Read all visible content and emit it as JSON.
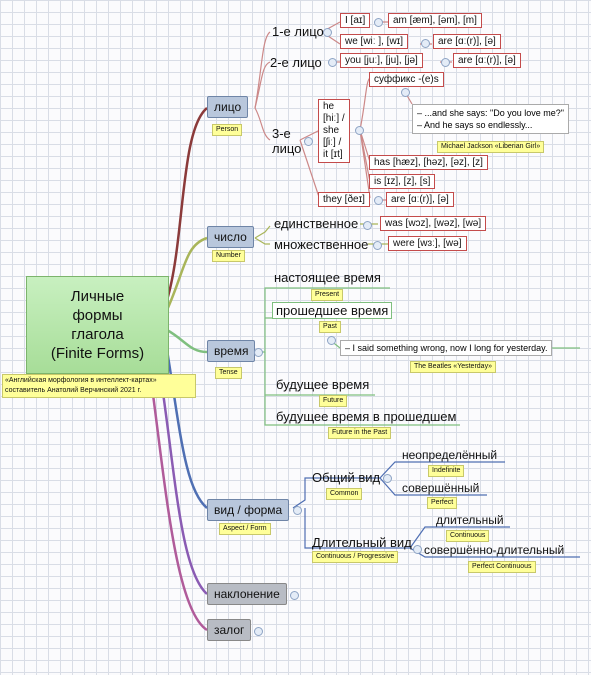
{
  "central": {
    "title_lines": [
      "Личные",
      "формы",
      "глагола",
      "(Finite Forms)"
    ],
    "credit_lines": [
      "«Английская морфология в интеллект-картах»",
      "составитель Анатолий Верчинский  2021 г."
    ]
  },
  "person": {
    "label": "лицо",
    "tag": "Person",
    "first": {
      "label": "1-е лицо",
      "i": "I [aɪ]",
      "i_form": "am [æm], [əm], [m]",
      "we": "we [wiː ], [wɪ]",
      "we_form": "are [ɑː(r)], [ə]"
    },
    "second": {
      "label": "2-е лицо",
      "you": "you [juː], [ju], [jə]",
      "you_form": "are [ɑː(r)], [ə]"
    },
    "third": {
      "label_lines": [
        "3-е",
        "лицо"
      ],
      "pronouns_lines": [
        "he",
        "[hiː] /",
        "she",
        "[ʃiː] /",
        "it [ɪt]"
      ],
      "suffix": "суффикс -(e)s",
      "quote_line1": "–  ...and she says: \"Do you love me?\"",
      "quote_line2": "– And he says so endlessly...",
      "quote_source": "Michael Jackson «Liberian Girl»",
      "has": "has [hæz], [həz], [əz], [z]",
      "is": "is [ɪz], [z], [s]",
      "they": "they [ðeɪ]",
      "they_form": "are [ɑː(r)], [ə]"
    }
  },
  "number": {
    "label": "число",
    "tag": "Number",
    "singular": "единственное",
    "singular_form": "was [wɔz], [wəz], [wə]",
    "plural": "множественное",
    "plural_form": "were [wɜː], [wə]"
  },
  "tense": {
    "label": "время",
    "tag": "Tense",
    "present": "настоящее время",
    "present_tag": "Present",
    "past": "прошедшее время",
    "past_tag": "Past",
    "past_quote": "– I said something wrong, now I long for yesterday.",
    "past_source": "The Beatles «Yesterday»",
    "future": "будущее время",
    "future_tag": "Future",
    "future_past": "будущее время в прошедшем",
    "future_past_tag": "Future in the Past"
  },
  "aspect": {
    "label": "вид / форма",
    "tag": "Aspect / Form",
    "common": "Общий вид",
    "common_tag": "Common",
    "indefinite": "неопределённый",
    "indefinite_tag": "Indefinite",
    "perfect": "совершённый",
    "perfect_tag": "Perfect",
    "continuous": "Длительный вид",
    "continuous_tag": "Continuous / Progressive",
    "cont": "длительный",
    "cont_tag": "Continuous",
    "perf_cont": "совершённо-длительный",
    "perf_cont_tag": "Perfect Continuous"
  },
  "mood": {
    "label": "наклонение"
  },
  "voice": {
    "label": "залог"
  },
  "colors": {
    "person": "#8b3a3a",
    "number": "#9aa84a",
    "tense": "#7fbf7f",
    "aspect": "#4f6fb3",
    "mood": "#8a5bb3",
    "voice": "#b05b9a",
    "box_border": "#c44b4b",
    "tag_bg": "#ffff99"
  }
}
